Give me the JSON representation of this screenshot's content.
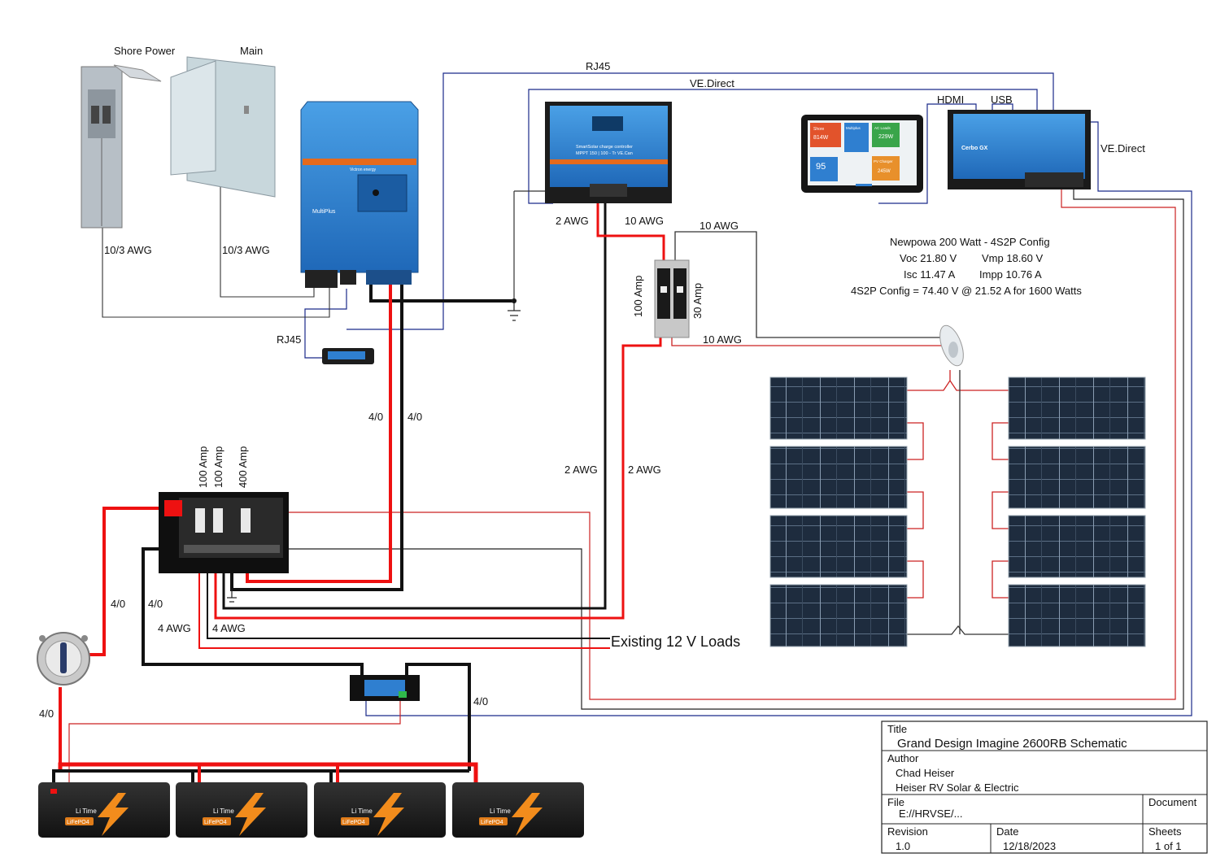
{
  "colors": {
    "positive": "#ee1111",
    "negative": "#111111",
    "data": "#1a2a8a",
    "thin_red": "#cc2222",
    "victron_blue": "#2f7fd0",
    "panel": "#1d2b3c"
  },
  "labels": {
    "shore_power": "Shore Power",
    "main": "Main",
    "rj45_top": "RJ45",
    "ve_direct_top": "VE.Direct",
    "hdmi": "HDMI",
    "usb": "USB",
    "ve_direct_right": "VE.Direct",
    "awg_10_3_left": "10/3 AWG",
    "awg_10_3_right": "10/3 AWG",
    "rj45_left": "RJ45",
    "awg_2_top": "2 AWG",
    "awg_10_a": "10 AWG",
    "awg_10_b": "10 AWG",
    "awg_10_c": "10 AWG",
    "fuse_100": "100 Amp",
    "fuse_30": "30 Amp",
    "cable_40_a": "4/0",
    "cable_40_b": "4/0",
    "awg_2_left": "2 AWG",
    "awg_2_right": "2 AWG",
    "busbar_100_a": "100 Amp",
    "busbar_100_b": "100 Amp",
    "busbar_400": "400 Amp",
    "cable_40_c": "4/0",
    "cable_40_d": "4/0",
    "awg_4_a": "4 AWG",
    "awg_4_b": "4 AWG",
    "existing_loads": "Existing 12 V Loads",
    "cable_40_e": "4/0",
    "cable_40_f": "4/0",
    "solar_line1": "Newpowa 200 Watt - 4S2P Config",
    "solar_voc": "Voc 21.80 V",
    "solar_vmp": "Vmp 18.60 V",
    "solar_isc": "Isc 11.47 A",
    "solar_impp": "Impp 10.76 A",
    "solar_config": "4S2P Config = 74.40 V @ 21.52 A for 1600 Watts"
  },
  "devices": {
    "multiplus_brand": "MultiPlus",
    "multiplus_sub": "Victron energy",
    "mppt_brand": "SmartSolar charge controller",
    "mppt_model": "MPPT 150 | 100 - Tr VE.Can",
    "cerbo_brand": "Cerbo GX",
    "gx_tile1_title": "Shore",
    "gx_tile1_value": "814W",
    "gx_tile2_title": "Multiplus",
    "gx_tile3_title": "AC Loads",
    "gx_tile3_value": "229W",
    "gx_tile4_value": "95",
    "gx_tile5_title": "PV Charger",
    "gx_tile5_value": "245W",
    "battery_brand": "Li Time",
    "battery_chem": "LiFePO4"
  },
  "title_block": {
    "title_label": "Title",
    "title_value": "Grand Design Imagine 2600RB Schematic",
    "author_label": "Author",
    "author_value": "Chad Heiser",
    "company_value": "Heiser RV Solar & Electric",
    "file_label": "File",
    "file_value": "E://HRVSE/...",
    "document_label": "Document",
    "revision_label": "Revision",
    "revision_value": "1.0",
    "date_label": "Date",
    "date_value": "12/18/2023",
    "sheets_label": "Sheets",
    "sheets_value": "1 of 1"
  }
}
